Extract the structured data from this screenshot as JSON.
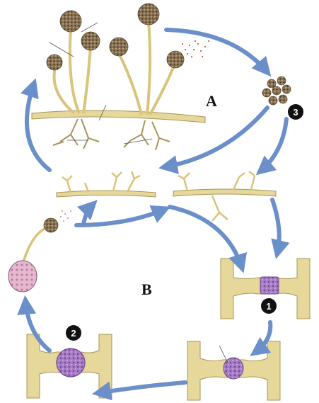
{
  "labels": {
    "a": "A",
    "b": "B"
  },
  "markers": {
    "m1": "1",
    "m2": "2",
    "m3": "3"
  },
  "colors": {
    "arrow": "#6b8fc9",
    "hypha": "#e6d89a",
    "hypha_edge": "#a8945a",
    "sporangium": "#8a7355",
    "sporangium_dots": "#3d3020",
    "zygo_purple": "#a87bc7",
    "zygo_pink": "#e6b8cf",
    "marker": "#111111"
  }
}
